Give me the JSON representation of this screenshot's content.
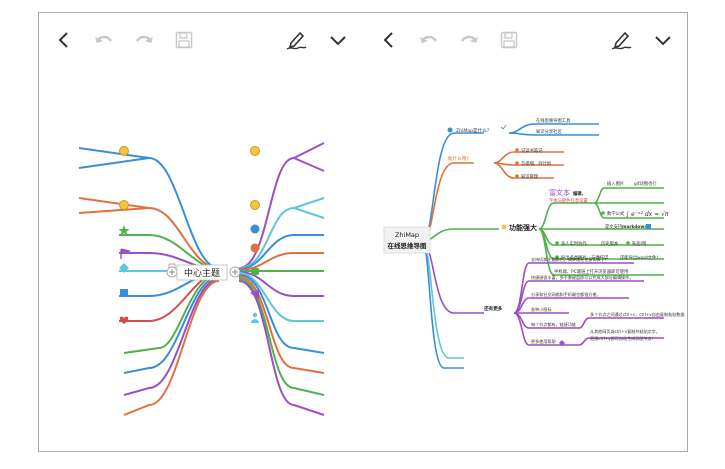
{
  "left_pane": {
    "central_topic": "中心主题"
  },
  "right_pane": {
    "root": {
      "title": "ZhiMap",
      "subtitle": "在线思维导图"
    },
    "branches": {
      "what_is": "ZhiMap是什么？",
      "what_for": "能什么用？",
      "features": "功能强大",
      "more": "还有更多"
    },
    "what_is_items": [
      "在线思维导图工具",
      "知识分享社区"
    ],
    "what_for_items": [
      "记读书笔记",
      "写提纲、列计划",
      "知识管理"
    ],
    "features_items": {
      "rich_text_title": "富文本",
      "rich_text_bold": "编辑,",
      "rich_text_line2": "字体与颜色任意设置",
      "insert_image": "插入图片",
      "gif_support": "gif动图也行",
      "formula_label": "数学公式",
      "markdown_label": "是文支持",
      "markdown_word": "markdown",
      "collab": "多人实时协作",
      "history": "历史版本",
      "private_share": "私密/明",
      "export_label": "导出多类图片、方便打印",
      "export_word": "还能导出word文件!",
      "cross_platform": "手机端、PC端链上打开浏览器即可使用"
    },
    "more_items": [
      "支持切换主题颜色，简单漂亮任意切换了！",
      "快捷键很丰富，多不需键盘即可以完成大部分编辑操作。",
      "分享和社交网络和手机端也都很方便。",
      "各种小图标",
      "每个节点都有，链接功能",
      "多个节点之间通过ctrl+c，ctrl+v自由复制粘贴数据",
      "从其他网页或ctrl+v复制并粘贴文字，",
      "直接ctrl+v即可自动生成导图节点！",
      "更多使用帮助"
    ]
  },
  "colors": {
    "blue": "#3a8ed8",
    "orange": "#e0703c",
    "green": "#52b04e",
    "purple": "#9b4fc4",
    "cyan": "#5ec6de",
    "red": "#d84a4a",
    "icon_dark": "#333333",
    "icon_disabled": "#c8c8c8"
  },
  "icons": {
    "back": "chevron-left-icon",
    "undo": "undo-icon",
    "redo": "redo-icon",
    "save": "floppy-disk-icon",
    "edit": "pen-signature-icon",
    "menu": "chevron-down-icon"
  }
}
